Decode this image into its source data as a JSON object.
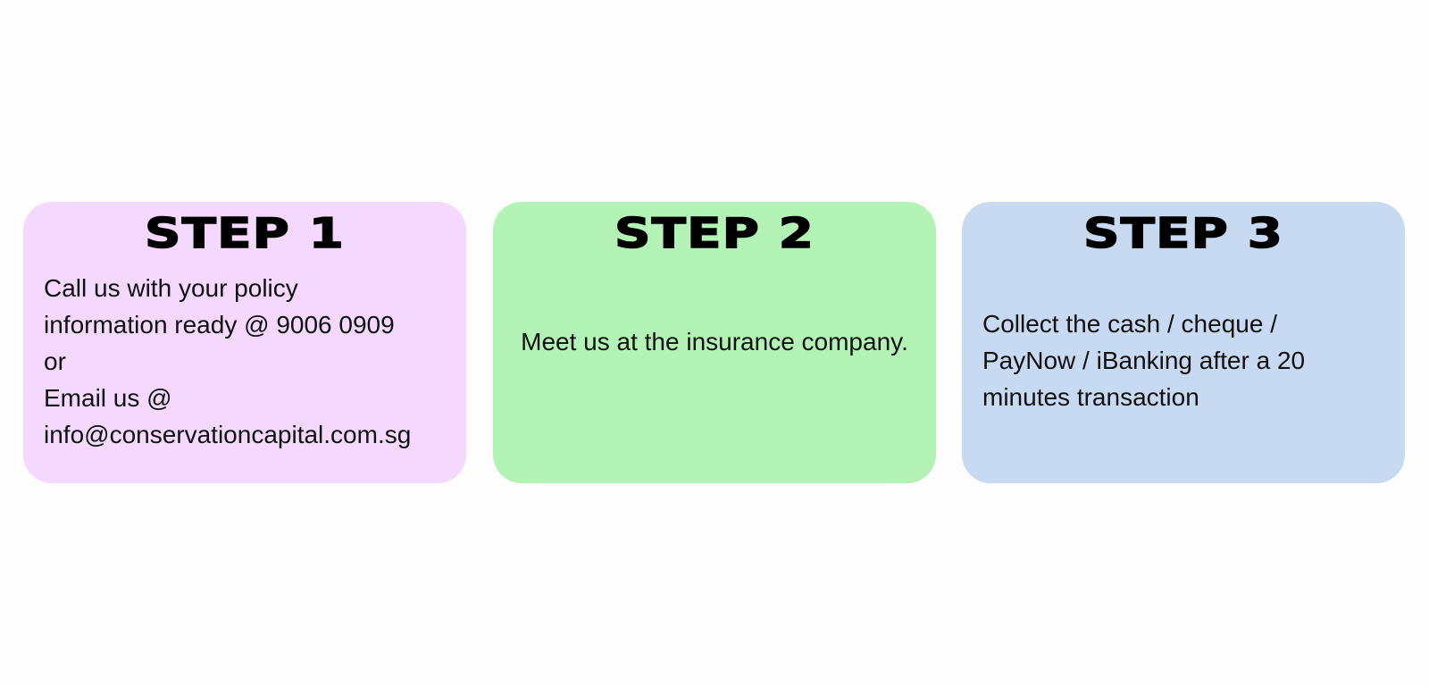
{
  "colors": {
    "step1_background": "#f4d8fd",
    "step2_background": "#b3f3b5",
    "step3_background": "#c8daf1",
    "text": "#111111",
    "page_background": "#fdfdfd"
  },
  "steps": [
    {
      "title": "STEP 1",
      "lines": [
        "Call us with your policy",
        "information ready @ 9006 0909",
        "or",
        "Email us @",
        "info@conservationcapital.com.sg"
      ]
    },
    {
      "title": "STEP 2",
      "text": "Meet us at the insurance company."
    },
    {
      "title": "STEP 3",
      "text": "Collect the cash / cheque / PayNow / iBanking after a 20 minutes transaction"
    }
  ]
}
